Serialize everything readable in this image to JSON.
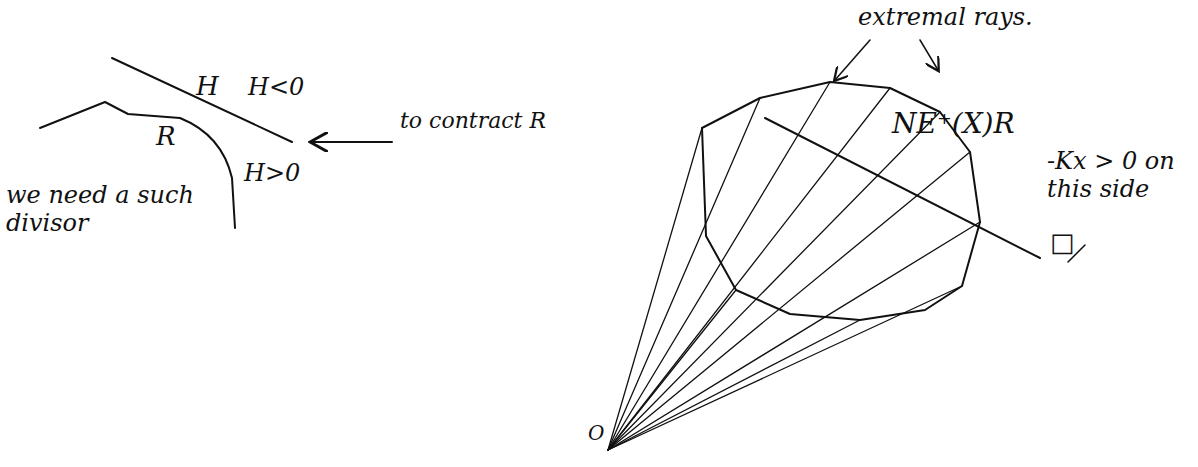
{
  "diagram": {
    "labels": [
      "extremal rays.",
      "NE⁺(X)R",
      "-Kx > 0 on this side",
      "H",
      "H<0",
      "R",
      "H>0",
      "to contract R",
      "we need a such divisor",
      "O",
      "□"
    ]
  }
}
